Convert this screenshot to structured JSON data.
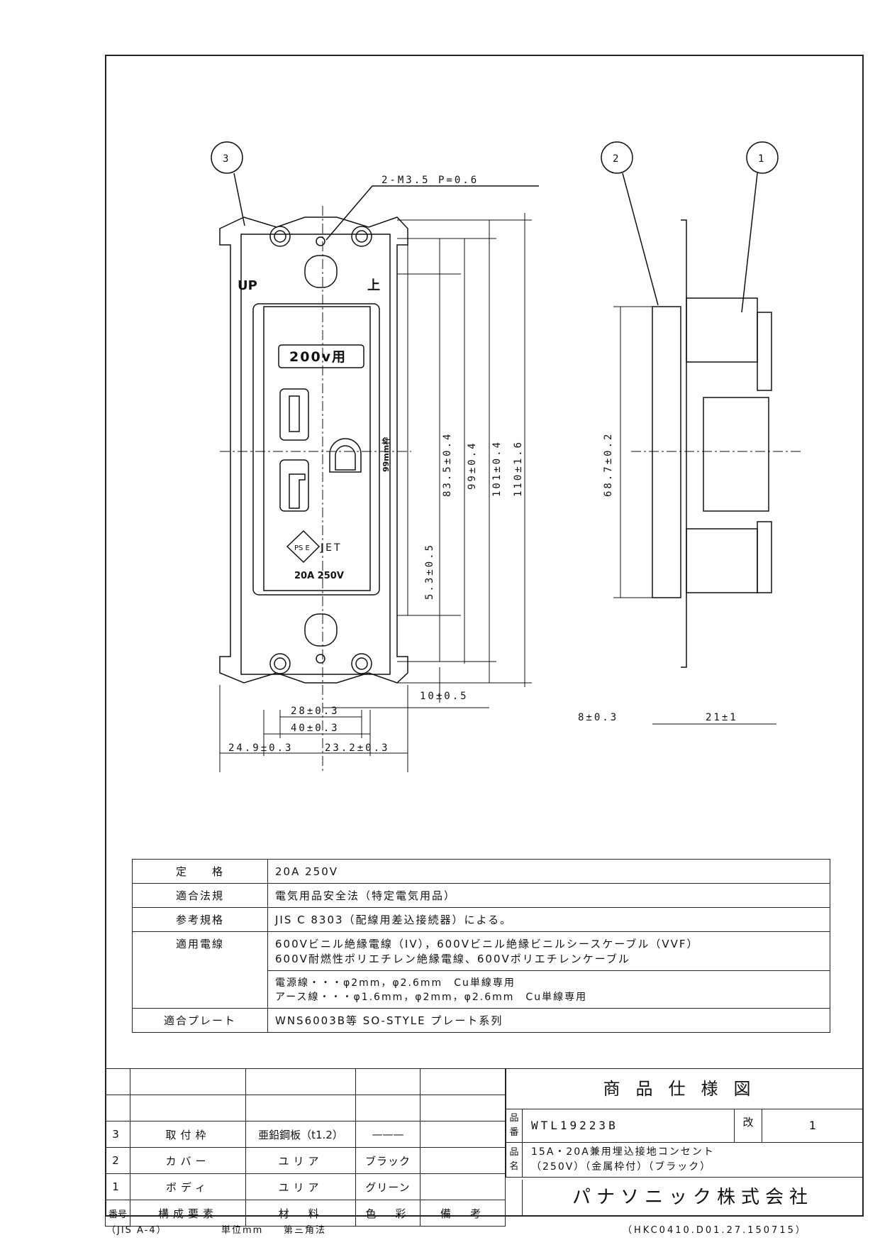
{
  "drawing": {
    "callouts": {
      "c1": "1",
      "c2": "2",
      "c3": "3"
    },
    "thread_note": "2-M3.5 P=0.6",
    "up_label": "UP",
    "up_kanji": "上",
    "voltage_tag": "200v用",
    "rating_mark": "20A 250V",
    "jet_mark": "JET",
    "pse_mark": "PS E",
    "pitch_mark": "99mm枠",
    "dims": {
      "d83": "83.5±0.4",
      "d99": "99±0.4",
      "d101": "101±0.4",
      "d110": "110±1.6",
      "d5": "5.3±0.5",
      "d10": "10±0.5",
      "d28": "28±0.3",
      "d40": "40±0.3",
      "d249": "24.9±0.3",
      "d232": "23.2±0.3",
      "d687": "68.7±0.2",
      "d8": "8±0.3",
      "d21": "21±1"
    }
  },
  "spec": {
    "rows": [
      {
        "key": "定　　格",
        "val": "20A 250V"
      },
      {
        "key": "適合法規",
        "val": "電気用品安全法（特定電気用品）"
      },
      {
        "key": "参考規格",
        "val": "JIS C 8303（配線用差込接続器）による。"
      },
      {
        "key": "適用電線",
        "val": "600Vビニル絶縁電線（IV），600Vビニル絶縁ビニルシースケーブル（VVF）",
        "val2": "600V耐燃性ポリエチレン絶縁電線、600Vポリエチレンケーブル"
      },
      {
        "key": "",
        "val": "電源線・・・φ2mm，φ2.6mm　Cu単線専用",
        "val2": "アース線・・・φ1.6mm，φ2mm，φ2.6mm　Cu単線専用"
      },
      {
        "key": "適合プレート",
        "val": "WNS6003B等 SO-STYLE プレート系列"
      }
    ]
  },
  "bom": {
    "rows": [
      {
        "no": "3",
        "part": "取付枠",
        "mat": "亜鉛鋼板（t1.2）",
        "color": "———",
        "note": ""
      },
      {
        "no": "2",
        "part": "カバー",
        "mat": "ユリア",
        "color": "ブラック",
        "note": ""
      },
      {
        "no": "1",
        "part": "ボディ",
        "mat": "ユリア",
        "color": "グリーン",
        "note": ""
      }
    ],
    "header": {
      "no": "番号",
      "part": "構成要素",
      "mat": "材　料",
      "color": "色　彩",
      "note": "備　考"
    }
  },
  "title_block": {
    "doc_title": "商品仕様図",
    "part_no_label": "品番",
    "part_no": "WTL19223B",
    "rev_label": "改",
    "rev": "1",
    "name_label": "品名",
    "name1": "15A・20A兼用埋込接地コンセント",
    "name2": "（250V）（金属枠付）（ブラック）",
    "company": "パナソニック株式会社"
  },
  "footer": {
    "paper": "（JIS A-4）",
    "unit": "単位mm",
    "proj": "第三角法",
    "code": "（HKC0410.D01.27.150715）"
  }
}
